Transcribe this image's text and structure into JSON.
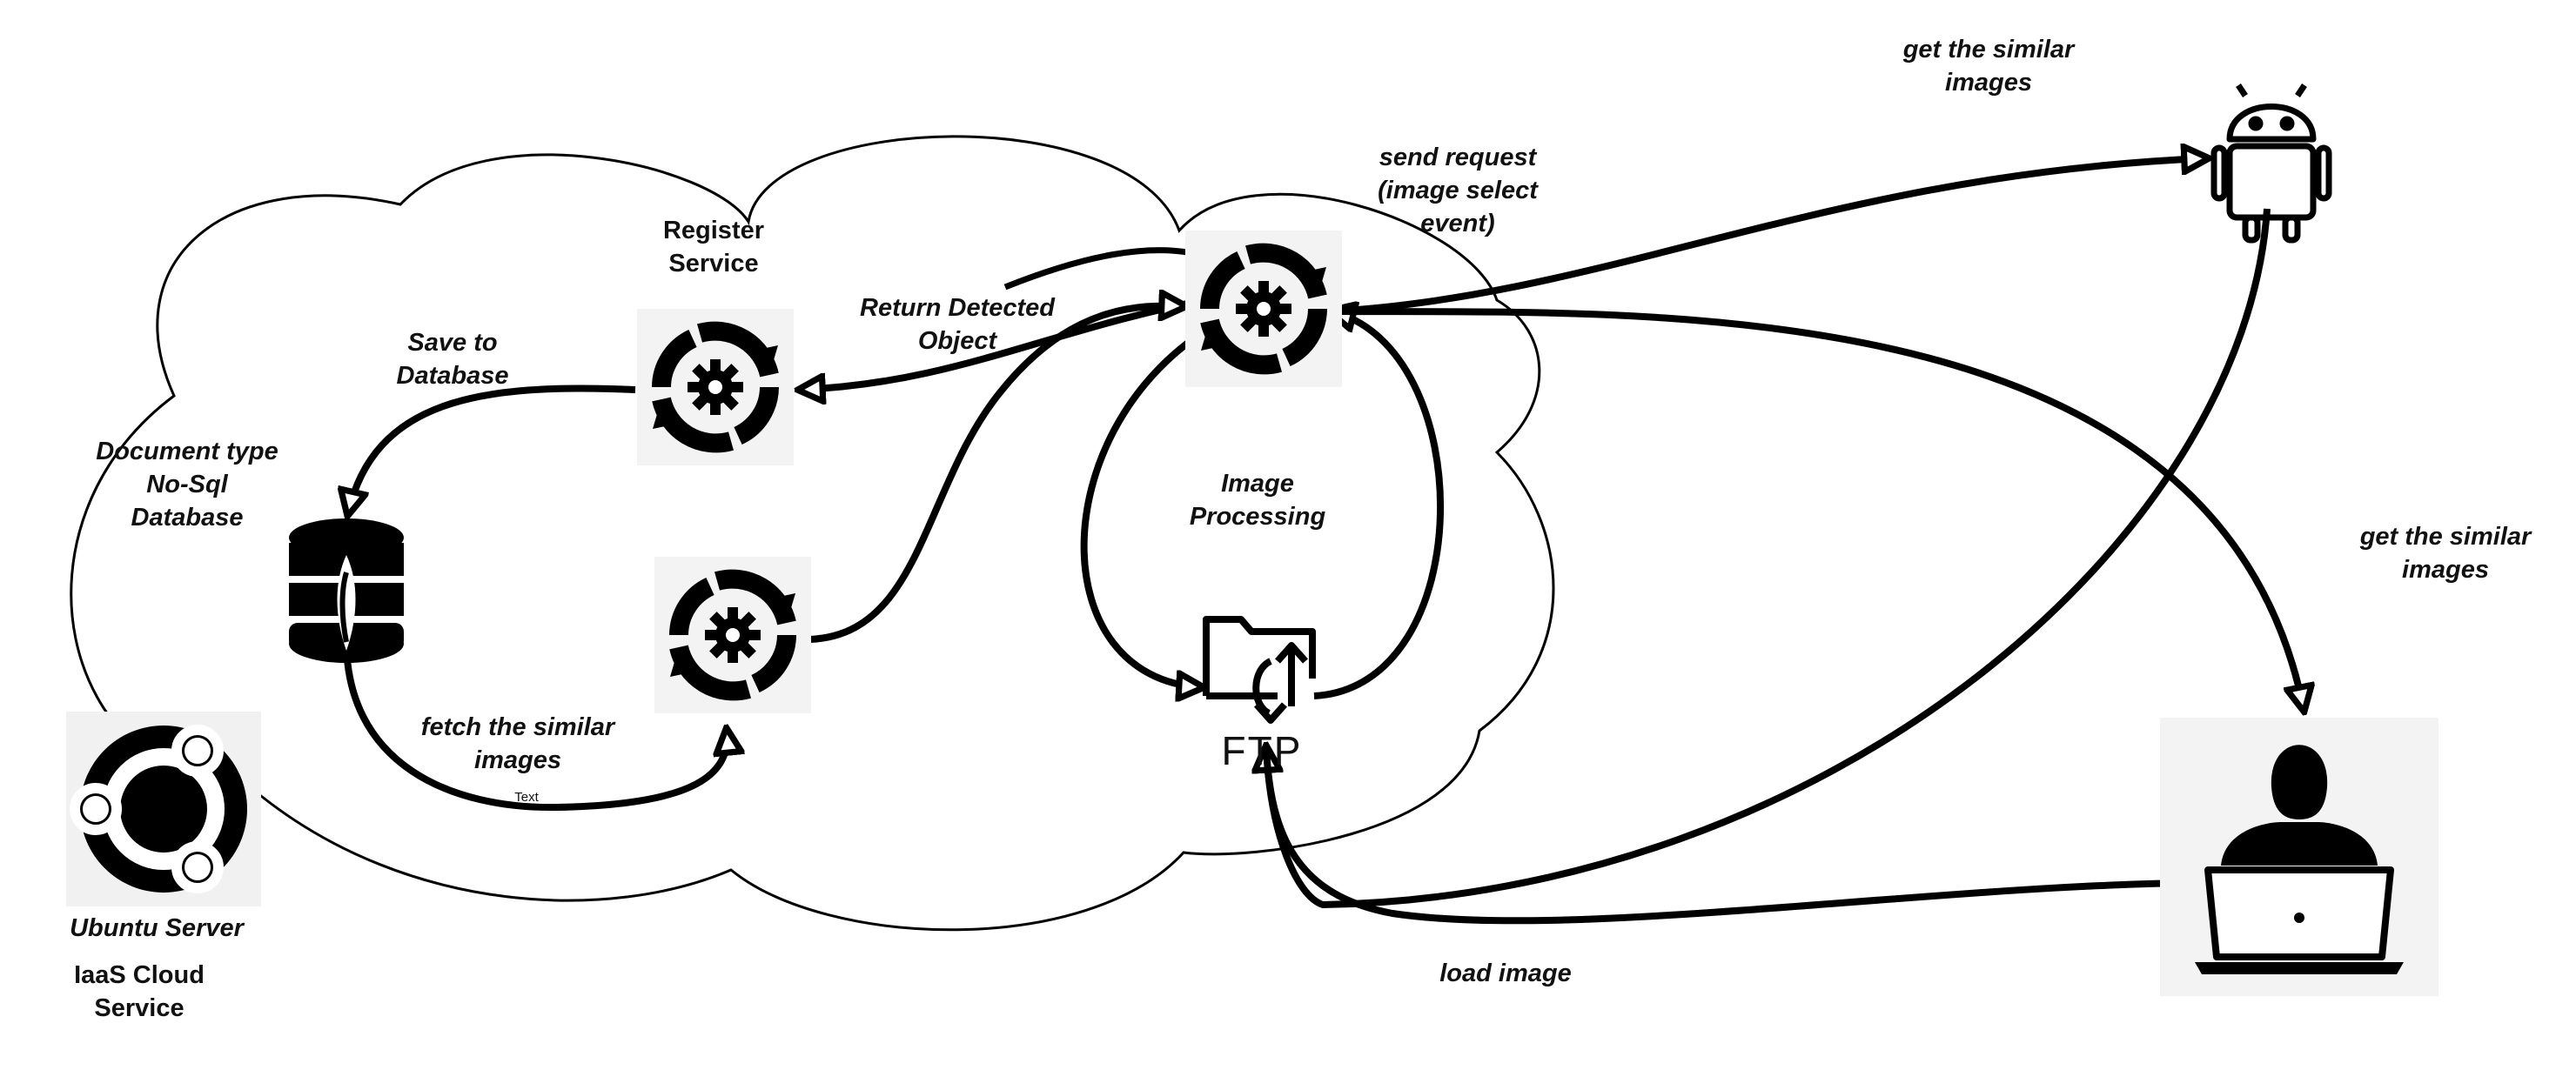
{
  "labels": {
    "register_service": "Register\nService",
    "save_to_database": "Save  to\nDatabase",
    "document_db": "Document type\nNo-Sql\nDatabase",
    "return_detected_object": "Return Detected\nObject",
    "send_request": "send request\n(image select\nevent)",
    "get_similar_images_top": "get the similar\nimages",
    "get_similar_images_right": "get the similar\nimages",
    "image_processing": "Image\nProcessing",
    "fetch_similar_images": "fetch the similar\nimages",
    "text_marker": "Text",
    "ftp": "FTP",
    "ubuntu_server": "Ubuntu Server",
    "iaas_cloud_service": "IaaS Cloud\nService",
    "load_image": "load image"
  },
  "icons": {
    "register_service": "gear-sync-icon",
    "fetch_service": "gear-sync-icon",
    "image_processing_service": "gear-sync-icon",
    "database": "database-icon",
    "ftp": "folder-sync-icon",
    "ubuntu": "ubuntu-logo-icon",
    "android": "android-icon",
    "user": "user-laptop-icon"
  },
  "colors": {
    "stroke": "#000000",
    "background": "#ffffff",
    "tile": "#f2f2f2"
  }
}
